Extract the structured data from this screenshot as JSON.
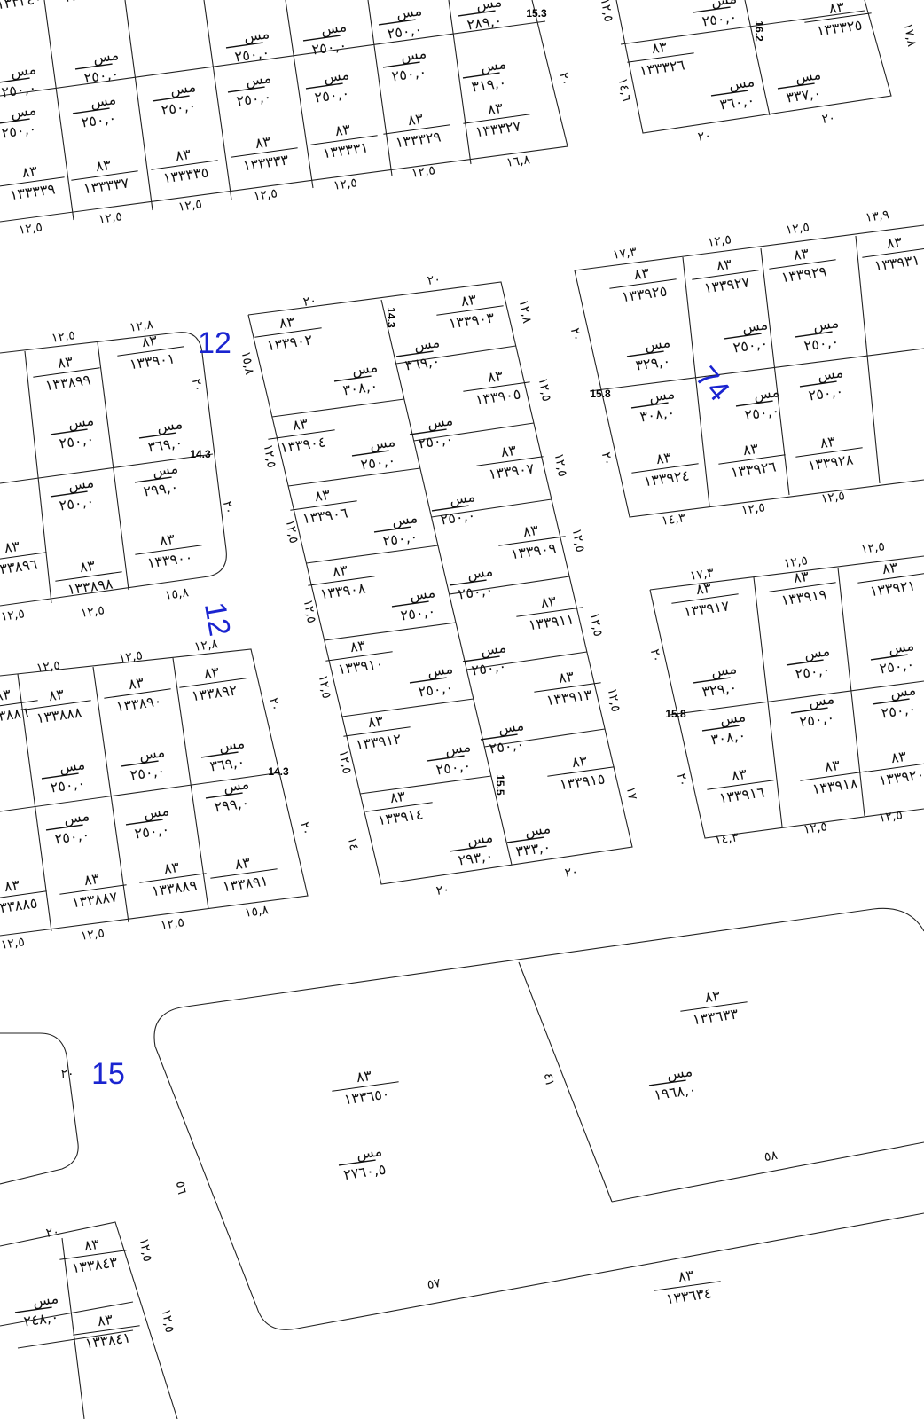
{
  "map": {
    "area_prefix": "مس",
    "block_labels": [
      "12",
      "12",
      "74",
      "15"
    ],
    "parcels": [
      {
        "block": "٨٣",
        "number": "١٣٣٣٤٠"
      },
      {
        "block": "٨٣",
        "number": "١٣٣٣٣٨"
      },
      {
        "block": "٨٣",
        "number": "١٣٣٣٣٩"
      },
      {
        "block": "٨٣",
        "number": "١٣٣٣٣٧"
      },
      {
        "block": "٨٣",
        "number": "١٣٣٣٣٥"
      },
      {
        "block": "٨٣",
        "number": "١٣٣٣٣٣"
      },
      {
        "block": "٨٣",
        "number": "١٣٣٣٣١"
      },
      {
        "block": "٨٣",
        "number": "١٣٣٣٢٩"
      },
      {
        "block": "٨٣",
        "number": "١٣٣٣٢٧"
      },
      {
        "block": "٨٣",
        "number": "١٣٣٣٢٥"
      },
      {
        "block": "٨٣",
        "number": "١٣٣٣٢٦"
      },
      {
        "block": "٨٣",
        "number": "١٣٣٨٩٩"
      },
      {
        "block": "٨٣",
        "number": "١٣٣٩٠١"
      },
      {
        "block": "٨٣",
        "number": "١٣٣٨٩٦"
      },
      {
        "block": "٨٣",
        "number": "١٣٣٨٩٨"
      },
      {
        "block": "٨٣",
        "number": "١٣٣٩٠٠"
      },
      {
        "block": "٨٣",
        "number": "١٣٣٨٨٦"
      },
      {
        "block": "٨٣",
        "number": "١٣٣٨٨٨"
      },
      {
        "block": "٨٣",
        "number": "١٣٣٨٩٠"
      },
      {
        "block": "٨٣",
        "number": "١٣٣٨٩٢"
      },
      {
        "block": "٨٣",
        "number": "١٣٣٨٨٥"
      },
      {
        "block": "٨٣",
        "number": "١٣٣٨٨٧"
      },
      {
        "block": "٨٣",
        "number": "١٣٣٨٨٩"
      },
      {
        "block": "٨٣",
        "number": "١٣٣٨٩١"
      },
      {
        "block": "٨٣",
        "number": "١٣٣٩٠٢"
      },
      {
        "block": "٨٣",
        "number": "١٣٣٩٠٣"
      },
      {
        "block": "٨٣",
        "number": "١٣٣٩٠٥"
      },
      {
        "block": "٨٣",
        "number": "١٣٣٩٠٤"
      },
      {
        "block": "٨٣",
        "number": "١٣٣٩٠٧"
      },
      {
        "block": "٨٣",
        "number": "١٣٣٩٠٦"
      },
      {
        "block": "٨٣",
        "number": "١٣٣٩٠٩"
      },
      {
        "block": "٨٣",
        "number": "١٣٣٩٠٨"
      },
      {
        "block": "٨٣",
        "number": "١٣٣٩١١"
      },
      {
        "block": "٨٣",
        "number": "١٣٣٩١٠"
      },
      {
        "block": "٨٣",
        "number": "١٣٣٩١٣"
      },
      {
        "block": "٨٣",
        "number": "١٣٣٩١٢"
      },
      {
        "block": "٨٣",
        "number": "١٣٣٩١٥"
      },
      {
        "block": "٨٣",
        "number": "١٣٣٩١٤"
      },
      {
        "block": "٨٣",
        "number": "١٣٣٩٢٥"
      },
      {
        "block": "٨٣",
        "number": "١٣٣٩٢٧"
      },
      {
        "block": "٨٣",
        "number": "١٣٣٩٢٩"
      },
      {
        "block": "٨٣",
        "number": "١٣٣٩٣١"
      },
      {
        "block": "٨٣",
        "number": "١٣٣٩٢٤"
      },
      {
        "block": "٨٣",
        "number": "١٣٣٩٢٦"
      },
      {
        "block": "٨٣",
        "number": "١٣٣٩٢٨"
      },
      {
        "block": "٨٣",
        "number": "١٣٣٩١٧"
      },
      {
        "block": "٨٣",
        "number": "١٣٣٩١٩"
      },
      {
        "block": "٨٣",
        "number": "١٣٣٩٢١"
      },
      {
        "block": "٨٣",
        "number": "١٣٣٩١٦"
      },
      {
        "block": "٨٣",
        "number": "١٣٣٩١٨"
      },
      {
        "block": "٨٣",
        "number": "١٣٣٩٢٠"
      },
      {
        "block": "٨٣",
        "number": "١٣٣٦٥٠"
      },
      {
        "block": "٨٣",
        "number": "١٣٣٦٣٣"
      },
      {
        "block": "٨٣",
        "number": "١٣٣٦٣٤"
      },
      {
        "block": "٨٣",
        "number": "١٣٣٨٤٣"
      },
      {
        "block": "٨٣",
        "number": "١٣٣٨٤١"
      }
    ],
    "areas": [
      "٢٨٩,٠",
      "٢٥٠,٠",
      "٢٥٠,٠",
      "٢٥٠,٠",
      "٣١٩,٠",
      "٢٥٠,٠",
      "٢٥٠,٠",
      "٢٥٠,٠",
      "٢٥٠,٠",
      "٢٥٠,٠",
      "٢٥٠,٠",
      "٢٥٠,٠",
      "٢٥٠,٠",
      "٢٥٠,٠",
      "٣٦٠,٠",
      "٣٣٧,٠",
      "٣٦٩,٠",
      "٢٥٠,٠",
      "٢٥٠,٠",
      "٢٩٩,٠",
      "٣٦٩,٠",
      "٢٥٠,٠",
      "٢٥٠,٠",
      "٢٩٩,٠",
      "٢٥٠,٠",
      "٢٥٠,٠",
      "٣٠٨,٠",
      "٣٦٩,٠",
      "٢٥٠,٠",
      "٢٥٠,٠",
      "٢٥٠,٠",
      "٢٥٠,٠",
      "٢٥٠,٠",
      "٢٥٠,٠",
      "٢٥٠,٠",
      "٢٥٠,٠",
      "٢٥٠,٠",
      "٢٥٠,٠",
      "٢٩٣,٠",
      "٣٣٣,٠",
      "٣٢٩,٠",
      "٢٥٠,٠",
      "٢٥٠,٠",
      "٣٠٨,٠",
      "٢٥٠,٠",
      "٢٥٠,٠",
      "٣٢٩,٠",
      "٢٥٠,٠",
      "٣٠٨,٠",
      "٢٥٠,٠",
      "٢٥٠,٠",
      "٢٥٠,٠",
      "٢٧٦٠,٥",
      "١٩٦٨,٠",
      "٢٤٨,٠"
    ],
    "dimensions": [
      "١٢,٥",
      "١٢,٥",
      "١٢,٥",
      "١٢,٥",
      "١٢,٥",
      "١٢,٥",
      "١٦,٨",
      "٢٠",
      "٢٠",
      "٢٠",
      "١٤,٦",
      "١٧,٨",
      "١٢,٥",
      "١٧,٣",
      "١٢,٥",
      "١٢,٥",
      "١٣,٩",
      "٢٠",
      "٢٠",
      "١٤,٣",
      "١٢,٥",
      "١٢,٥",
      "١٧,٣",
      "١٢,٥",
      "١٢,٥",
      "٢٠",
      "٢٠",
      "١٤,٣",
      "١٢,٥",
      "١٢,٥",
      "٢٠",
      "٢٠",
      "١٢,٨",
      "١٢,٥",
      "١٢,٥",
      "١٢,٥",
      "١٢,٥",
      "١٢,٥",
      "١٧",
      "١٥,٨",
      "١٢,٥",
      "١٢,٥",
      "١٢,٥",
      "١٢,٥",
      "١٢,٥",
      "١٤",
      "٢٠",
      "٢٠",
      "١٢,٥",
      "١٢,٨",
      "٢٠",
      "٢٠",
      "١٢,٥",
      "١٢,٥",
      "١٥,٨",
      "١٢,٥",
      "١٢,٥",
      "١٢,٨",
      "٢٠",
      "٢٠",
      "١٢,٥",
      "١٢,٥",
      "١٢,٥",
      "١٥,٨",
      "٤١",
      "٥٦",
      "٥٨",
      "٥٧",
      "٢٠",
      "١٢,٥",
      "١٢,٥",
      "٢٠"
    ],
    "marks": [
      "15.3",
      "16.2",
      "14.3",
      "15.8",
      "14.3",
      "14.3",
      "15.5",
      "15.8"
    ]
  }
}
